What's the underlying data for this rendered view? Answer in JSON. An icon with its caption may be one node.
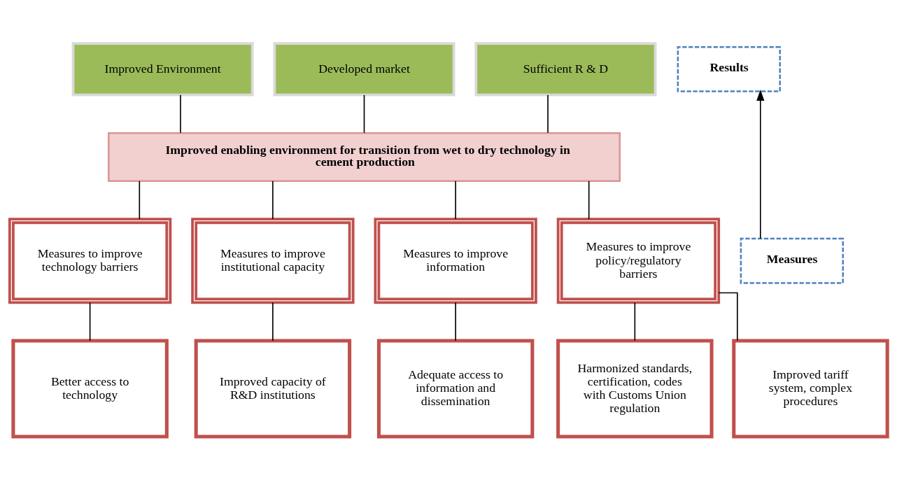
{
  "diagram": {
    "nodes": [
      {
        "text": [
          "Improved Environment"
        ]
      },
      {
        "text": [
          "Developed market"
        ]
      },
      {
        "text": [
          "Sufficient R & D"
        ]
      },
      {
        "text": [
          "Improved enabling environment for transition from wet to dry technology in cement production"
        ]
      },
      {
        "text": [
          "Measures to improve technology barriers"
        ]
      },
      {
        "text": [
          "Measures to improve institutional capacity"
        ]
      },
      {
        "text": [
          "Measures to improve information"
        ]
      },
      {
        "text": [
          "Measures to improve policy/regulatory barriers"
        ]
      },
      {
        "text": [
          "Better access to technology"
        ]
      },
      {
        "text": [
          "Improved capacity of R&D institutions"
        ]
      },
      {
        "text": [
          "Adequate access to information and dissemination"
        ]
      },
      {
        "text": [
          "Harmonized standards, certification, codes with Customs Union regulation"
        ]
      },
      {
        "text": [
          "Improved tariff system, complex procedures"
        ]
      },
      {
        "text": [
          "Results"
        ]
      },
      {
        "text": [
          "Measures"
        ]
      }
    ],
    "edges": [
      {
        "from": 0,
        "to": 3,
        "arrow": "none"
      },
      {
        "from": 1,
        "to": 3,
        "arrow": "none"
      },
      {
        "from": 2,
        "to": 3,
        "arrow": "none"
      },
      {
        "from": 3,
        "to": 4,
        "arrow": "none"
      },
      {
        "from": 3,
        "to": 5,
        "arrow": "none"
      },
      {
        "from": 3,
        "to": 6,
        "arrow": "none"
      },
      {
        "from": 3,
        "to": 7,
        "arrow": "none"
      },
      {
        "from": 4,
        "to": 8,
        "arrow": "none"
      },
      {
        "from": 5,
        "to": 9,
        "arrow": "none"
      },
      {
        "from": 6,
        "to": 10,
        "arrow": "none"
      },
      {
        "from": 7,
        "to": 11,
        "arrow": "none"
      },
      {
        "from": 7,
        "to": 12,
        "arrow": "none"
      },
      {
        "from": 14,
        "to": 13,
        "arrow": "to"
      }
    ]
  }
}
